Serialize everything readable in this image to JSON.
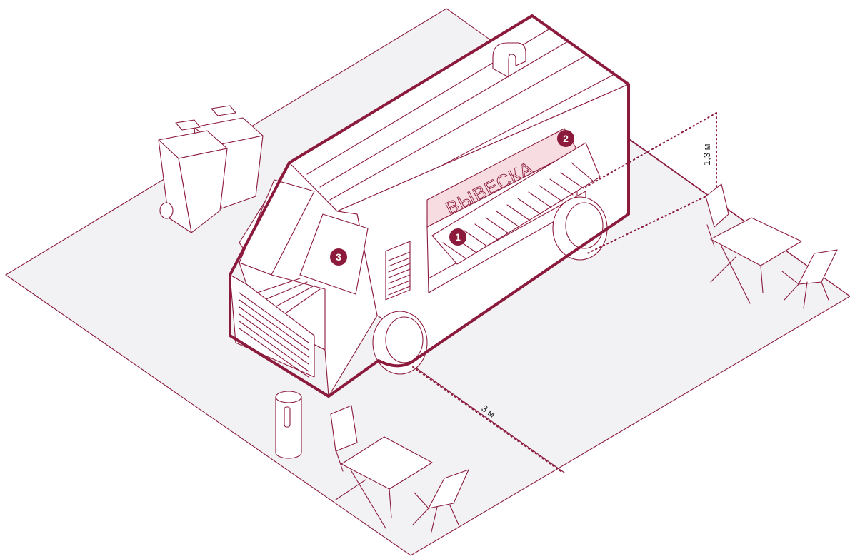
{
  "sign": {
    "text": "ВЫВЕСКА"
  },
  "markers": [
    {
      "id": "marker-1",
      "label": "1"
    },
    {
      "id": "marker-2",
      "label": "2"
    },
    {
      "id": "marker-3",
      "label": "3"
    }
  ],
  "dimensions": {
    "height": "1,3 м",
    "distance": "3 м"
  },
  "colors": {
    "accent": "#8b1a3c",
    "ground": "#f2f2f4",
    "sign_panel": "#f7dde2"
  }
}
